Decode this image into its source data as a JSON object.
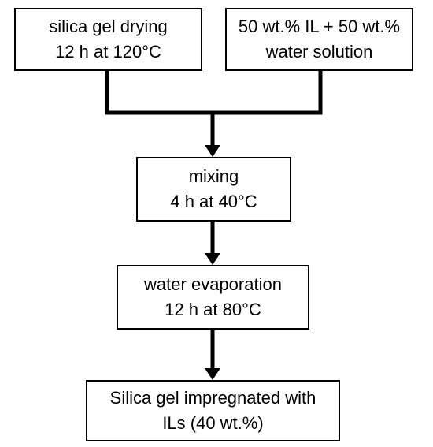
{
  "diagram": {
    "boxes": {
      "drying": {
        "line1": "silica gel drying",
        "line2": "12 h at 120°C"
      },
      "solution": {
        "line1": "50 wt.% IL + 50 wt.%",
        "line2": "water solution"
      },
      "mixing": {
        "line1": "mixing",
        "line2": "4 h at 40°C"
      },
      "evaporation": {
        "line1": "water evaporation",
        "line2": "12 h at 80°C"
      },
      "result": {
        "line1": "Silica gel impregnated with",
        "line2": "ILs (40 wt.%)"
      }
    },
    "colors": {
      "stroke": "#000000",
      "background": "#ffffff"
    }
  }
}
